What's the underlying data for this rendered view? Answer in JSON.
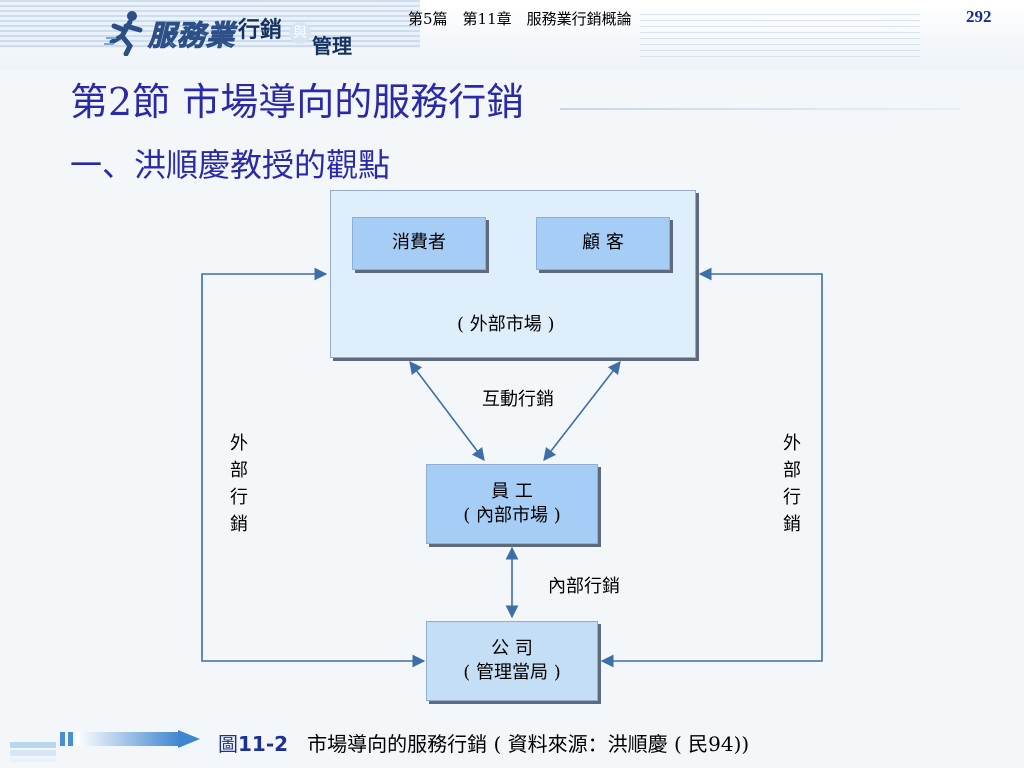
{
  "header": {
    "logo_text_1": "服務業",
    "logo_text_2": "行銷",
    "logo_text_3": "與",
    "logo_text_4": "管理",
    "chapter": "第5篇　第11章　服務業行銷概論",
    "page_number": "292"
  },
  "title": "第2節  市場導向的服務行銷",
  "subtitle": "一、洪順慶教授的觀點",
  "diagram": {
    "consumer": "消費者",
    "customer": "顧  客",
    "external_market": "( 外部市場 )",
    "interactive_marketing": "互動行銷",
    "employee": "員  工",
    "internal_market": "( 內部市場 )",
    "internal_marketing": "內部行銷",
    "company": "公  司",
    "management": "( 管理當局 )",
    "external_marketing_left": [
      "外",
      "部",
      "行",
      "銷"
    ],
    "external_marketing_right": [
      "外",
      "部",
      "行",
      "銷"
    ]
  },
  "caption": {
    "prefix": "圖",
    "figure_number": "11-2",
    "text": "市場導向的服務行銷 ( 資料來源：洪順慶 ( 民94))"
  },
  "colors": {
    "title": "#2a2aa8",
    "node_fill": "#a5cdf5",
    "market_fill": "#dfeefb",
    "arrow": "#3d6fa7"
  }
}
